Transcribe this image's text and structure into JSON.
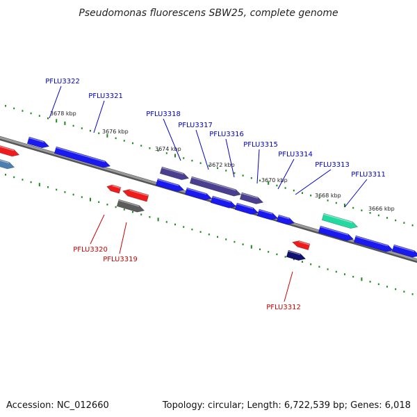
{
  "title": "Pseudomonas fluorescens SBW25, complete genome",
  "footer": {
    "accession": "Accession: NC_012660",
    "summary": "Topology: circular; Length: 6,722,539 bp; Genes: 6,018"
  },
  "colors": {
    "forward_label": "#0000cc",
    "reverse_label": "#cc0000",
    "tick": "#1a8a1a",
    "backbone": "#8a8a8a"
  },
  "kbp_marks": [
    "3678 kbp",
    "3676 kbp",
    "3674 kbp",
    "3672 kbp",
    "3670 kbp",
    "3668 kbp",
    "3666 kbp"
  ],
  "genes": [
    {
      "name": "PFLU3322",
      "strand": "forward",
      "labeled": true
    },
    {
      "name": "PFLU3321",
      "strand": "forward",
      "labeled": true
    },
    {
      "name": "PFLU3318",
      "strand": "forward",
      "labeled": true
    },
    {
      "name": "PFLU3317",
      "strand": "forward",
      "labeled": true
    },
    {
      "name": "PFLU3316",
      "strand": "forward",
      "labeled": true
    },
    {
      "name": "PFLU3315",
      "strand": "forward",
      "labeled": true
    },
    {
      "name": "PFLU3314",
      "strand": "forward",
      "labeled": true
    },
    {
      "name": "PFLU3313",
      "strand": "forward",
      "labeled": true
    },
    {
      "name": "PFLU3311",
      "strand": "forward",
      "labeled": true
    },
    {
      "name": "PFLU3320",
      "strand": "reverse",
      "labeled": true
    },
    {
      "name": "PFLU3319",
      "strand": "reverse",
      "labeled": true
    },
    {
      "name": "PFLU3312",
      "strand": "reverse",
      "labeled": true
    }
  ]
}
